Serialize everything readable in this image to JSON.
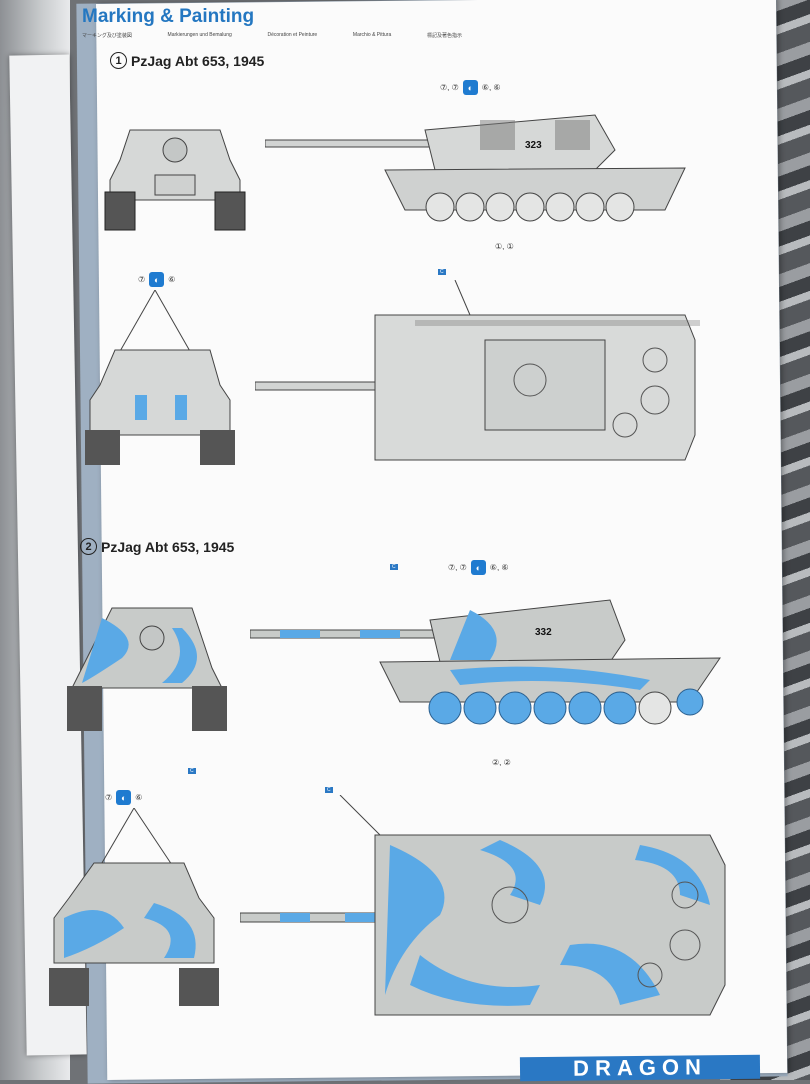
{
  "header": {
    "title": "Marking & Painting",
    "subtitles": [
      "マーキング及び塗装図",
      "Markierungen und Bemalung",
      "Décoration et Peinture",
      "Marchio & Pittura",
      "標記及著色指示"
    ]
  },
  "schemes": [
    {
      "number": "1",
      "title": "PzJag Abt 653, 1945",
      "hull_number": "323",
      "callouts": {
        "side_top": "⑦, ⑦",
        "side_right": "⑥, ⑥",
        "side_bottom": "①, ①",
        "rear": "⑦",
        "rear_right": "⑥",
        "top_tag": "C"
      },
      "camo": false
    },
    {
      "number": "2",
      "title": "PzJag Abt 653, 1945",
      "hull_number": "332",
      "callouts": {
        "side_top": "⑦, ⑦",
        "side_right": "⑥, ⑥",
        "side_bottom": "②, ②",
        "rear": "⑦",
        "rear_right": "⑥",
        "gun_tag": "C",
        "front_tag": "C",
        "top_tag": "C"
      },
      "camo": true
    }
  ],
  "footer": {
    "brand": "DRAGON"
  },
  "colors": {
    "accent": "#2477c1",
    "camo_blue": "#5aa9e6",
    "base_grey": "#c8cbc9"
  }
}
